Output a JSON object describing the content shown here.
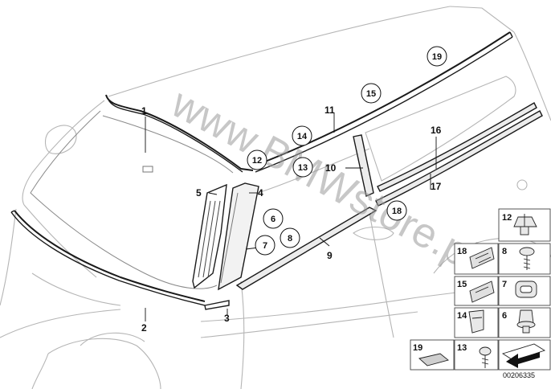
{
  "watermark": "www.BMWstore.pl",
  "document_id": "00206335",
  "callouts": {
    "c1": "1",
    "c2": "2",
    "c3": "3",
    "c4": "4",
    "c5": "5",
    "c6": "6",
    "c7": "7",
    "c8": "8",
    "c9": "9",
    "c10": "10",
    "c11": "11",
    "c12": "12",
    "c13": "13",
    "c14": "14",
    "c15": "15",
    "c16": "16",
    "c17": "17",
    "c18": "18",
    "c19": "19"
  },
  "legend": {
    "t12": "12",
    "t18": "18",
    "t8": "8",
    "t15": "15",
    "t7": "7",
    "t14": "14",
    "t6": "6",
    "t19": "19",
    "t13": "13"
  }
}
